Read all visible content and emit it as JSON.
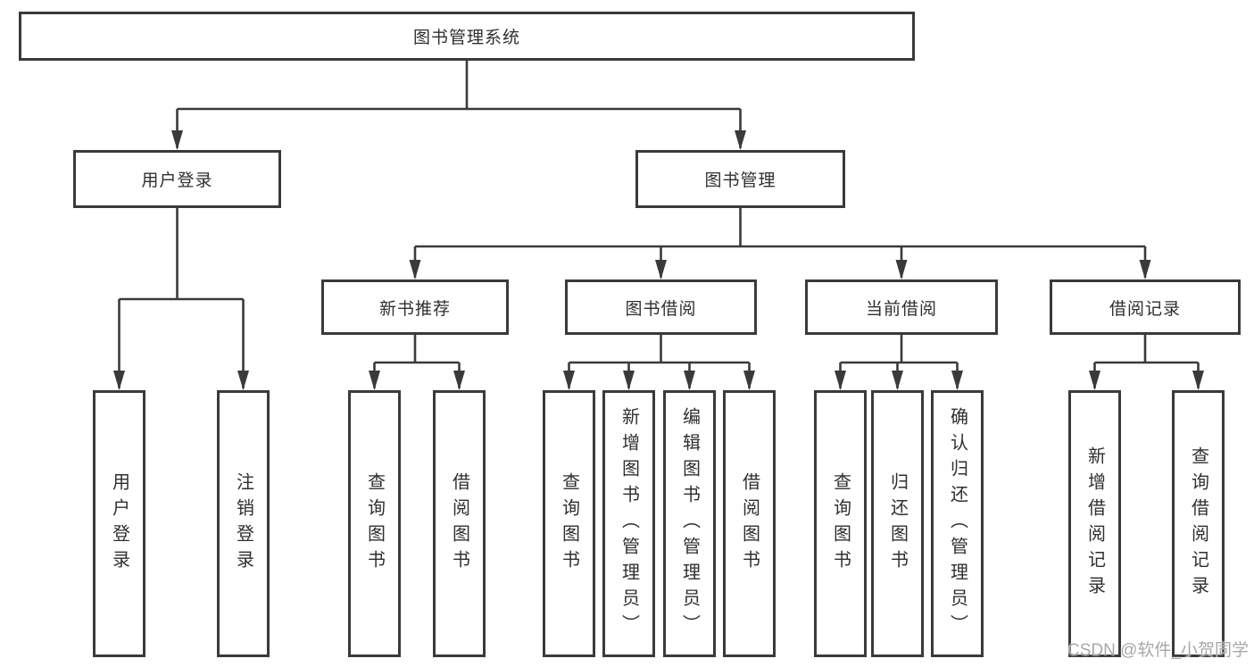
{
  "diagram": {
    "root": {
      "label": "图书管理系统"
    },
    "level2": [
      {
        "label": "用户登录"
      },
      {
        "label": "图书管理"
      }
    ],
    "level3": [
      {
        "label": "新书推荐"
      },
      {
        "label": "图书借阅"
      },
      {
        "label": "当前借阅"
      },
      {
        "label": "借阅记录"
      }
    ],
    "leaves": {
      "user_login": [
        {
          "label": "用户登录"
        },
        {
          "label": "注销登录"
        }
      ],
      "new_books": [
        {
          "label": "查询图书"
        },
        {
          "label": "借阅图书"
        }
      ],
      "book_borrow": [
        {
          "label": "查询图书"
        },
        {
          "label": "新增图书（管理员）"
        },
        {
          "label": "编辑图书（管理员）"
        },
        {
          "label": "借阅图书"
        }
      ],
      "current_borrow": [
        {
          "label": "查询图书"
        },
        {
          "label": "归还图书"
        },
        {
          "label": "确认归还（管理员）"
        }
      ],
      "borrow_records": [
        {
          "label": "新增借阅记录"
        },
        {
          "label": "查询借阅记录"
        }
      ]
    }
  },
  "watermark": {
    "text": "CSDN @软件_小贺同学"
  },
  "colors": {
    "line": "#3a3a3a",
    "text": "#2f2f2f",
    "background": "#ffffff",
    "watermark": "#a8a8a8"
  }
}
